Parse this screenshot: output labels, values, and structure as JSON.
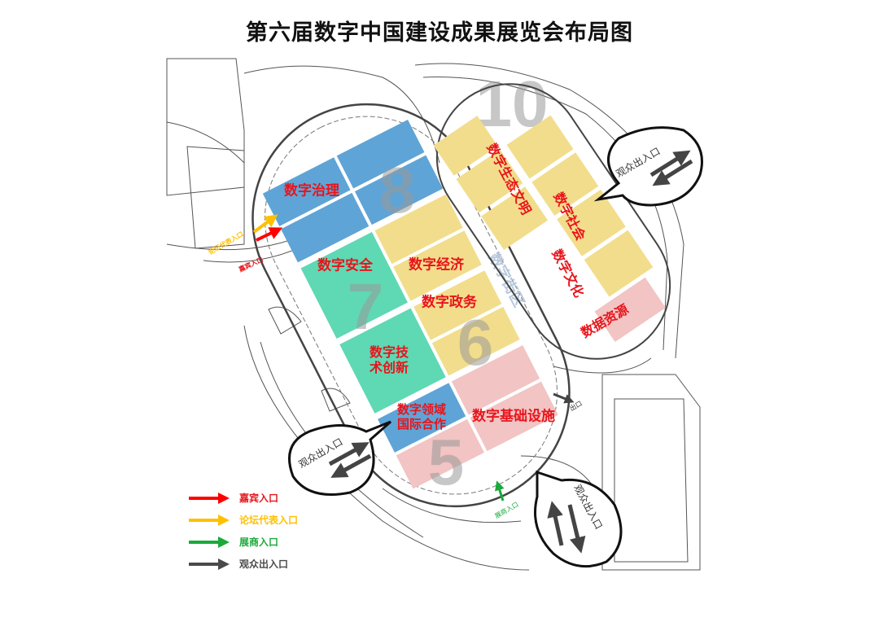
{
  "title": "第六届数字中国建设成果展览会布局图",
  "halls": [
    {
      "number": "8",
      "zones": [
        {
          "label": "数字治理",
          "color": "#5fa4d6"
        }
      ]
    },
    {
      "number": "7",
      "zones": [
        {
          "label": "数字安全",
          "color": "#5fd8b4"
        },
        {
          "label": "数字经济",
          "color": "#f2dd8c"
        }
      ]
    },
    {
      "number": "6",
      "zones": [
        {
          "label": "数字技术创新",
          "color": "#5fd8b4"
        },
        {
          "label": "数字政务",
          "color": "#f2dd8c"
        }
      ]
    },
    {
      "number": "5",
      "zones": [
        {
          "label": "数字领域国际合作",
          "color": "#5fa4d6"
        },
        {
          "label": "数字基础设施",
          "color": "#f2c4c4"
        }
      ]
    },
    {
      "number": "10",
      "zones": [
        {
          "label": "数字生态文明",
          "color": "#f2dd8c"
        },
        {
          "label": "数字社会",
          "color": "#f2dd8c"
        },
        {
          "label": "数字文化",
          "color": "#f2dd8c"
        },
        {
          "label": "数据资源",
          "color": "#f2c4c4"
        }
      ]
    }
  ],
  "street_label": "数字街区",
  "entrances": {
    "forum": "论坛代表入口",
    "vip": "嘉宾入口",
    "exhibitor": "展商入口",
    "exit": "出口",
    "audience": "观众出入口"
  },
  "legend": [
    {
      "label": "嘉宾入口",
      "color": "#ff0000"
    },
    {
      "label": "论坛代表入口",
      "color": "#ffc000"
    },
    {
      "label": "展商入口",
      "color": "#1aaa3a"
    },
    {
      "label": "观众出入口",
      "color": "#4a4a4a"
    }
  ],
  "label_color": "#e8141b"
}
